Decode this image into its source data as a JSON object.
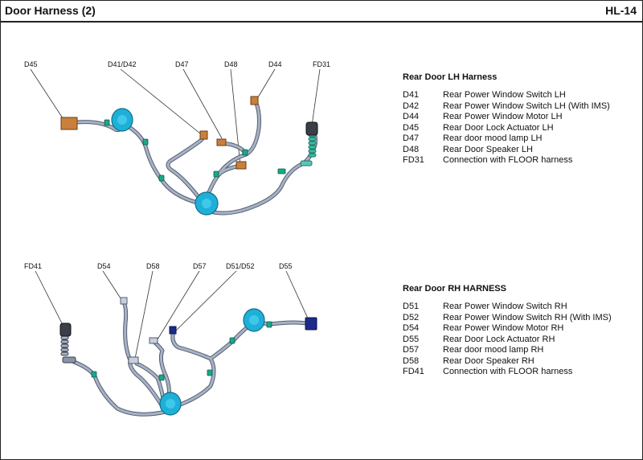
{
  "header": {
    "title": "Door Harness (2)",
    "page_code": "HL-14"
  },
  "lh": {
    "heading": "Rear Door LH Harness",
    "labels": [
      "D45",
      "D41/D42",
      "D47",
      "D48",
      "D44",
      "FD31"
    ],
    "items": [
      {
        "code": "D41",
        "desc": "Rear Power Window Switch LH"
      },
      {
        "code": "D42",
        "desc": "Rear Power Window Switch LH (With IMS)"
      },
      {
        "code": "D44",
        "desc": "Rear Power Window Motor LH"
      },
      {
        "code": "D45",
        "desc": "Rear Door Lock Actuator LH"
      },
      {
        "code": "D47",
        "desc": "Rear door mood lamp LH"
      },
      {
        "code": "D48",
        "desc": "Rear Door Speaker LH"
      },
      {
        "code": "FD31",
        "desc": "Connection with FLOOR harness"
      }
    ]
  },
  "rh": {
    "heading": "Rear Door RH HARNESS",
    "labels": [
      "FD41",
      "D54",
      "D58",
      "D57",
      "D51/D52",
      "D55"
    ],
    "items": [
      {
        "code": "D51",
        "desc": "Rear Power Window Switch  RH"
      },
      {
        "code": "D52",
        "desc": "Rear Power Window Switch RH (With IMS)"
      },
      {
        "code": "D54",
        "desc": "Rear Power Window Motor RH"
      },
      {
        "code": "D55",
        "desc": "Rear Door Lock Actuator RH"
      },
      {
        "code": "D57",
        "desc": "Rear door mood lamp RH"
      },
      {
        "code": "D58",
        "desc": "Rear Door Speaker RH"
      },
      {
        "code": "FD41",
        "desc": "Connection with FLOOR harness"
      }
    ]
  },
  "colors": {
    "wire": "#9fa9bf",
    "wire_dark": "#555e70",
    "grommet": "#1fb0d8",
    "clip": "#18a88a",
    "connector_orange": "#c8803c",
    "connector_navy": "#1c2a8a"
  }
}
